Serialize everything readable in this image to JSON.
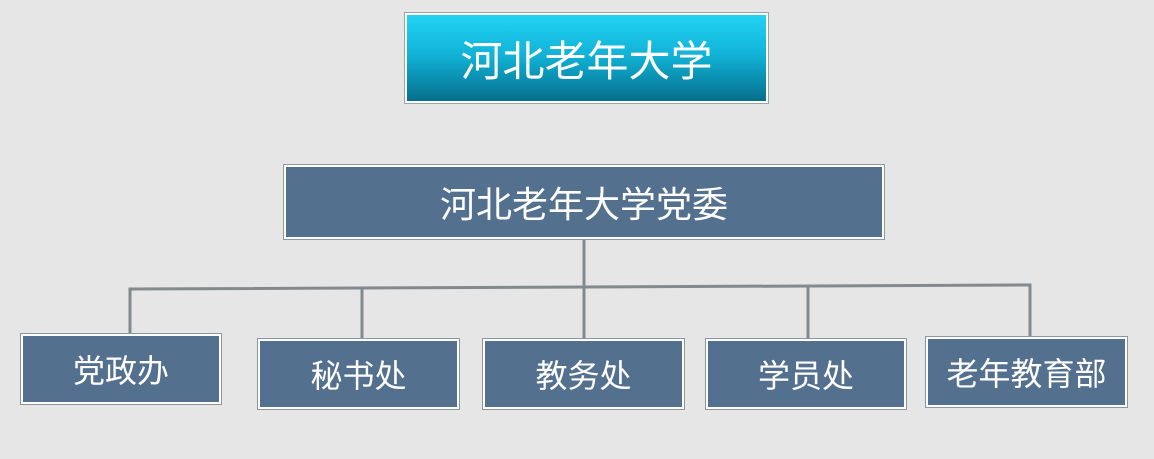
{
  "title": "河北老年大学",
  "root": "河北老年大学党委",
  "children": [
    "党政办",
    "秘书处",
    "教务处",
    "学员处",
    "老年教育部"
  ]
}
